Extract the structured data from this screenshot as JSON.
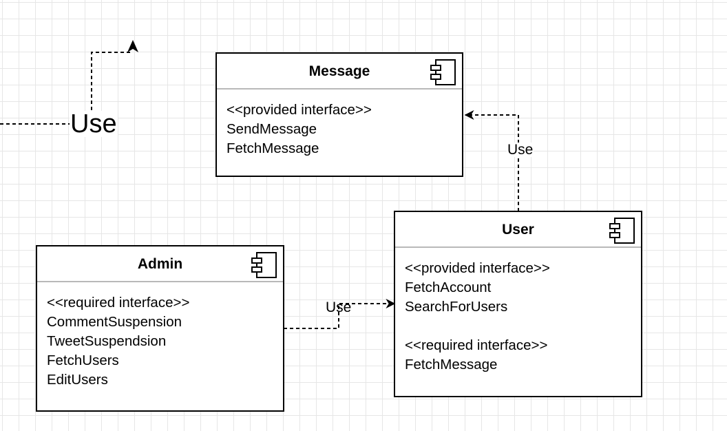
{
  "components": {
    "message": {
      "title": "Message",
      "provided_stereotype": "<<provided interface>>",
      "provided": [
        "SendMessage",
        "FetchMessage"
      ]
    },
    "user": {
      "title": "User",
      "provided_stereotype": "<<provided interface>>",
      "provided": [
        "FetchAccount",
        "SearchForUsers"
      ],
      "required_stereotype": "<<required interface>>",
      "required": [
        "FetchMessage"
      ]
    },
    "admin": {
      "title": "Admin",
      "required_stereotype": "<<required interface>>",
      "required": [
        "CommentSuspension",
        "TweetSuspendsion",
        "FetchUsers",
        "EditUsers"
      ]
    }
  },
  "edges": {
    "offscreen_use": {
      "label": "Use"
    },
    "user_to_message": {
      "label": "Use"
    },
    "admin_to_user": {
      "label": "Use"
    }
  },
  "colors": {
    "background": "#ffffff",
    "grid": "#e6e6e6",
    "stroke": "#000000",
    "separator": "#b8b8b8"
  },
  "icons": {
    "component": "uml-component-icon",
    "arrowhead": "open-arrowhead"
  }
}
